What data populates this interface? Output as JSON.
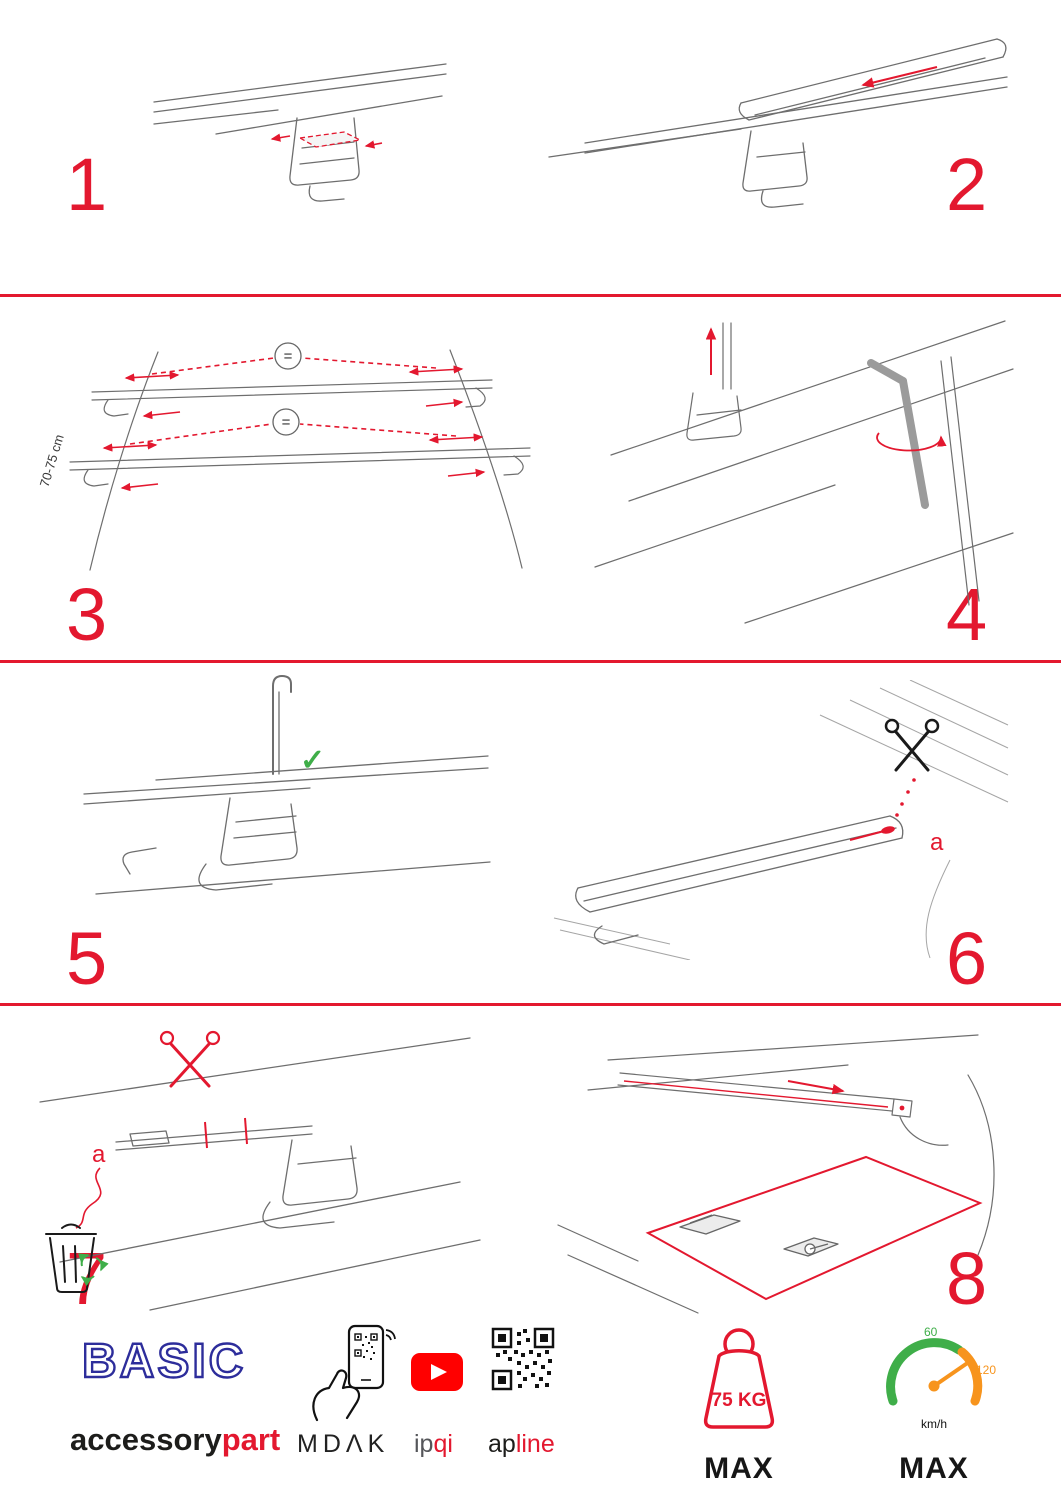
{
  "page": {
    "colors": {
      "accent_red": "#e3182f",
      "brand_blue": "#2d2d9b",
      "green": "#3fae49",
      "orange": "#f7941d",
      "youtube_red": "#ff0000"
    }
  },
  "steps": {
    "s1": {
      "number": "1"
    },
    "s2": {
      "number": "2"
    },
    "s3": {
      "number": "3",
      "measure": "70-75 cm",
      "equals": "="
    },
    "s4": {
      "number": "4"
    },
    "s5": {
      "number": "5",
      "check": "✓"
    },
    "s6": {
      "number": "6",
      "cut_label": "a"
    },
    "s7": {
      "number": "7",
      "cut_label": "a"
    },
    "s8": {
      "number": "8"
    }
  },
  "footer": {
    "brand": {
      "title": "BASIC",
      "sub_left": "accessory",
      "sub_right": "part"
    },
    "scan": {
      "label": "MDΛK"
    },
    "video": {
      "label_left": "ip",
      "label_right": "qi"
    },
    "qr": {
      "label_left": "ap",
      "label_right": "line"
    },
    "weight": {
      "value": "75 KG",
      "max": "MAX"
    },
    "speed": {
      "low": "60",
      "high": "120",
      "unit": "km/h",
      "max": "MAX"
    }
  }
}
